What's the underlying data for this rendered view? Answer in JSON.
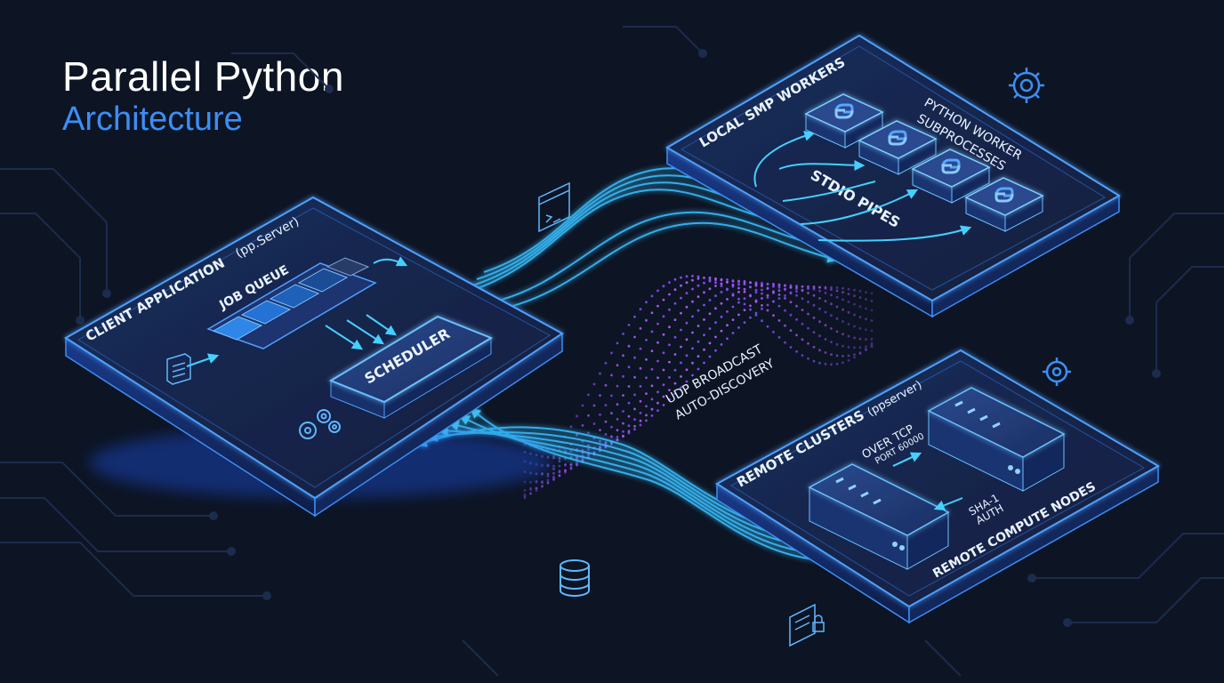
{
  "title": {
    "line1": "Parallel Python",
    "line2": "Architecture"
  },
  "client": {
    "label": "CLIENT APPLICATION",
    "sublabel": "(pp.Server)",
    "job_queue": "JOB QUEUE",
    "scheduler": "SCHEDULER"
  },
  "local": {
    "label": "LOCAL SMP WORKERS",
    "workers_label_1": "PYTHON WORKER",
    "workers_label_2": "SUBPROCESSES",
    "pipes": "STDIO PIPES"
  },
  "remote": {
    "label": "REMOTE CLUSTERS",
    "sublabel": "(ppserver)",
    "tcp_1": "OVER TCP",
    "tcp_2": "PORT 60000",
    "auth_1": "SHA-1",
    "auth_2": "AUTH",
    "nodes": "REMOTE COMPUTE NODES"
  },
  "udp": {
    "line1": "UDP BROADCAST",
    "line2": "AUTO-DISCOVERY"
  },
  "colors": {
    "background": "#0d1424",
    "accent": "#3c8ef5",
    "glow": "#36c8ff",
    "purple": "#b45cff",
    "panel": "#15254a"
  },
  "icons": [
    "terminal-icon",
    "gear-icon",
    "database-icon",
    "secure-document-icon",
    "python-logo-icon",
    "server-icon",
    "document-icon",
    "gears-icon"
  ]
}
